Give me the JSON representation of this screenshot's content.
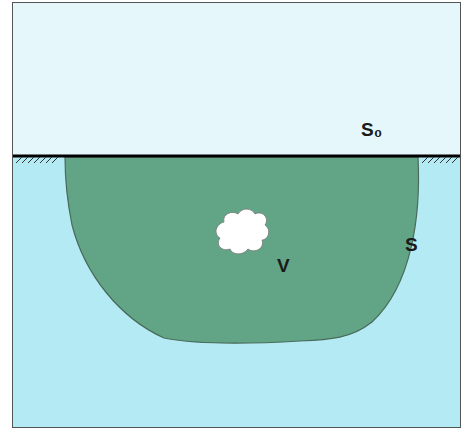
{
  "diagram": {
    "labels": [
      "S₀",
      "V",
      "S"
    ]
  }
}
